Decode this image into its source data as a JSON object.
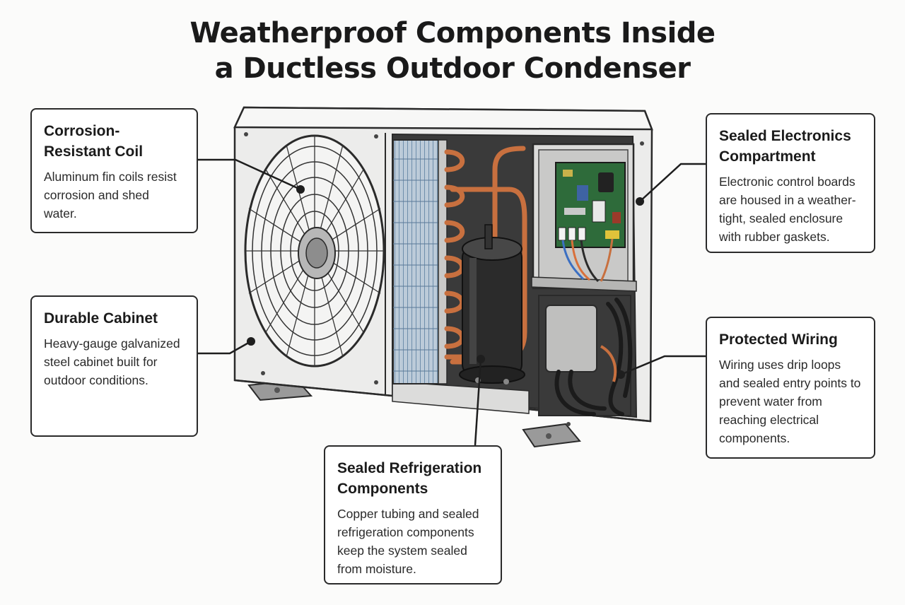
{
  "title": {
    "line1": "Weatherproof Components Inside",
    "line2": "a Ductless Outdoor Condenser"
  },
  "callouts": {
    "coil": {
      "heading": "Corrosion-Resistant Coil",
      "body": "Aluminum fin coils resist corrosion and shed water."
    },
    "cabinet": {
      "heading": "Durable Cabinet",
      "body": "Heavy-gauge galvanized steel cabinet built for outdoor conditions."
    },
    "refrigeration": {
      "heading": "Sealed Refrigeration Components",
      "body": "Copper tubing and sealed refrigeration components keep the system sealed from moisture."
    },
    "electronics": {
      "heading": "Sealed Electronics Compartment",
      "body": "Electronic control boards are housed in a weather-tight, sealed enclosure with rubber gaskets."
    },
    "wiring": {
      "heading": "Protected Wiring",
      "body": "Wiring uses drip loops and sealed entry points to prevent water from reaching electrical components."
    }
  },
  "colors": {
    "outline": "#2a2a2a",
    "cabinet": "#ebebea",
    "copper": "#c8703f",
    "circuit_board": "#2e6b3a",
    "coil_fins": "#7e9bb8",
    "compressor": "#2b2b2b"
  }
}
